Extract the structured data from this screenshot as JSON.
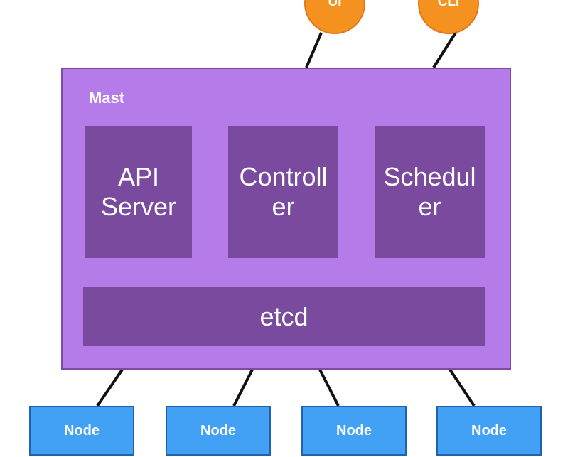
{
  "clients": [
    {
      "label": "UI"
    },
    {
      "label": "CLI"
    }
  ],
  "master": {
    "label": "Mast",
    "components": [
      {
        "label": "API\nServer"
      },
      {
        "label": "Controll\ner"
      },
      {
        "label": "Schedul\ner"
      }
    ],
    "store": {
      "label": "etcd"
    }
  },
  "nodes": [
    {
      "label": "Node"
    },
    {
      "label": "Node"
    },
    {
      "label": "Node"
    },
    {
      "label": "Node"
    }
  ],
  "colors": {
    "client": "#f5921f",
    "master": "#b57be8",
    "component": "#7a4a9f",
    "node": "#42a0f5"
  }
}
